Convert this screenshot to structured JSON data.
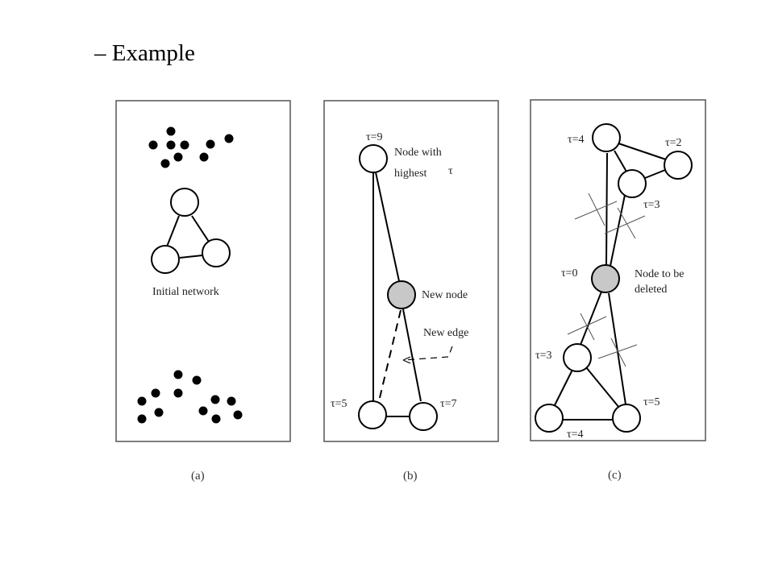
{
  "heading": "– Example",
  "panels": {
    "a": {
      "caption": "(a)",
      "label": "Initial network"
    },
    "b": {
      "caption": "(b)",
      "top_tau": "τ=9",
      "top_note_line1": "Node with",
      "top_note_line2": "highest",
      "top_note_tau": "τ",
      "new_node": "New node",
      "new_edge": "New edge",
      "left_tau": "τ=5",
      "right_tau": "τ=7"
    },
    "c": {
      "caption": "(c)",
      "tau_top_left": "τ=4",
      "tau_top_right": "τ=2",
      "tau_mid": "τ=3",
      "tau_center": "τ=0",
      "deleted_line1": "Node to be",
      "deleted_line2": "deleted",
      "tau_lower_left": "τ=3",
      "tau_lower_right": "τ=5",
      "tau_bottom": "τ=4"
    }
  },
  "colors": {
    "new_node_fill": "#c8c8c8",
    "deleted_node_fill": "#c8c8c8",
    "panel_border": "#555555"
  }
}
